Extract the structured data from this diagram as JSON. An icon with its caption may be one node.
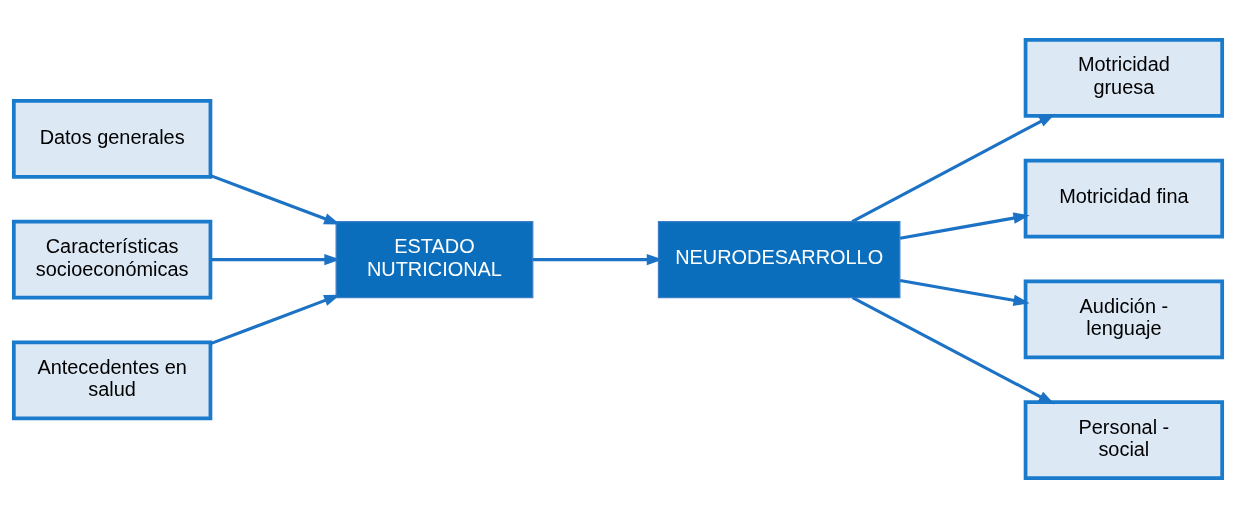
{
  "diagram": {
    "nodes": [
      {
        "text": [
          "Datos generales"
        ]
      },
      {
        "text": [
          "Características socioeconómicas"
        ]
      },
      {
        "text": [
          "Antecedentes en salud"
        ]
      },
      {
        "text": [
          "ESTADO NUTRICIONAL"
        ]
      },
      {
        "text": [
          "NEURODESARROLLO"
        ]
      },
      {
        "text": [
          "Motricidad gruesa"
        ]
      },
      {
        "text": [
          "Motricidad fina"
        ]
      },
      {
        "text": [
          "Audición - lenguaje"
        ]
      },
      {
        "text": [
          "Personal - social"
        ]
      }
    ],
    "edges": [
      {
        "from": 0,
        "to": 3,
        "arrow": "to"
      },
      {
        "from": 1,
        "to": 3,
        "arrow": "to"
      },
      {
        "from": 2,
        "to": 3,
        "arrow": "to"
      },
      {
        "from": 3,
        "to": 4,
        "arrow": "to"
      },
      {
        "from": 4,
        "to": 5,
        "arrow": "to"
      },
      {
        "from": 4,
        "to": 6,
        "arrow": "to"
      },
      {
        "from": 4,
        "to": 7,
        "arrow": "to"
      },
      {
        "from": 4,
        "to": 8,
        "arrow": "to"
      }
    ]
  }
}
